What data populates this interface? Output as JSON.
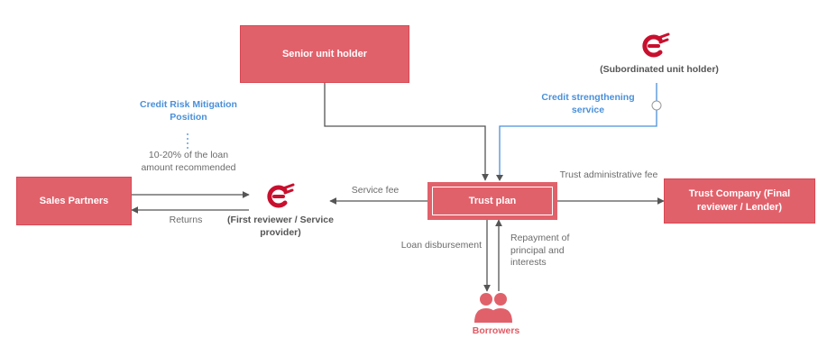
{
  "colors": {
    "box_fill": "#e1616b",
    "box_border": "#d94752",
    "line": "#555555",
    "blue": "#4a90d9",
    "logo": "#c8102e"
  },
  "nodes": {
    "senior": "Senior unit holder",
    "subordinated": "(Subordinated unit holder)",
    "sales": "Sales Partners",
    "first_reviewer": "(First reviewer / Service provider)",
    "trust_plan": "Trust plan",
    "trust_company": "Trust Company (Final reviewer / Lender)",
    "borrowers": "Borrowers"
  },
  "labels": {
    "credit_risk": "Credit Risk Mitigation Position",
    "credit_strengthening": "Credit strengthening service",
    "loan_pct": "10-20% of the loan amount recommended",
    "service_fee": "Service fee",
    "returns": "Returns",
    "trust_admin_fee": "Trust administrative fee",
    "loan_disbursement": "Loan disbursement",
    "repayment": "Repayment of principal and interests"
  },
  "icons": {
    "logo": "brand-logo-icon",
    "borrowers": "people-icon"
  }
}
